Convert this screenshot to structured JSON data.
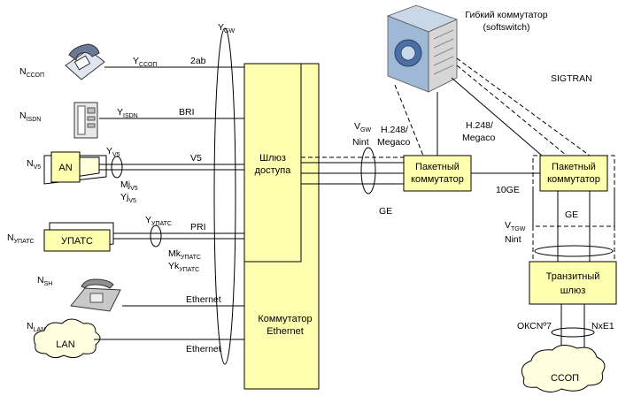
{
  "colors": {
    "box_fill": "#ffffb0",
    "line": "#000000",
    "cloud_fill": "#ffffe0"
  },
  "softswitch": {
    "title_line1": "Гибкий коммутатор",
    "title_line2": "(softswitch)",
    "icon": "softswitch-server-icon"
  },
  "sigtran": "SIGTRAN",
  "access_gateway": {
    "line1": "Шлюз",
    "line2": "доступа"
  },
  "ethernet_switch": {
    "line1": "Коммутатор",
    "line2": "Ethernet"
  },
  "packet_switch_1": {
    "line1": "Пакетный",
    "line2": "коммутатор"
  },
  "packet_switch_2": {
    "line1": "Пакетный",
    "line2": "коммутатор"
  },
  "transit_gateway": {
    "line1": "Транзитный",
    "line2": "шлюз"
  },
  "ccop_cloud": "ССОП",
  "lan_cloud": "LAN",
  "an_box": "AN",
  "upats_box": "УПАТС",
  "devices": {
    "phone": {
      "n": "N",
      "n_sub": "ССОП",
      "y": "Y",
      "y_sub": "ССОП",
      "link": "2ab",
      "icon": "telephone-icon"
    },
    "isdn": {
      "n": "N",
      "n_sub": "ISDN",
      "y": "Y",
      "y_sub": "ISDN",
      "link": "BRI",
      "icon": "isdn-terminal-icon"
    },
    "v5": {
      "n": "N",
      "n_sub": "V5",
      "y": "Y",
      "y_sub": "V5",
      "link": "V5",
      "mj": "Mj",
      "mj_sub": "V5",
      "yj": "Yj",
      "yj_sub": "V5"
    },
    "upats": {
      "n": "N",
      "n_sub": "УПАТС",
      "y": "Y",
      "y_sub": "УПАТС",
      "link": "PRI",
      "mk": "Mk",
      "mk_sub": "УПАТС",
      "yk": "Yk",
      "yk_sub": "УПАТС"
    },
    "sh": {
      "n": "N",
      "n_sub": "SH",
      "link": "Ethernet",
      "icon": "desk-phone-icon"
    },
    "lan": {
      "n": "N",
      "n_sub": "LAN",
      "link": "Ethernet"
    }
  },
  "ygw": {
    "y": "Y",
    "sub": "GW"
  },
  "vgw": {
    "v": "V",
    "sub": "GW",
    "nint": "Nint"
  },
  "vtgw": {
    "v": "V",
    "sub": "TGW",
    "nint": "Nint"
  },
  "h248_left": {
    "line1": "H.248/",
    "line2": "Megaco"
  },
  "h248_right": {
    "line1": "H.248/",
    "line2": "Megaco"
  },
  "ge_left": "GE",
  "ge_right": "GE",
  "link_10ge": "10GE",
  "okcn7": "ОКСNº7",
  "nxe1": "NxE1"
}
